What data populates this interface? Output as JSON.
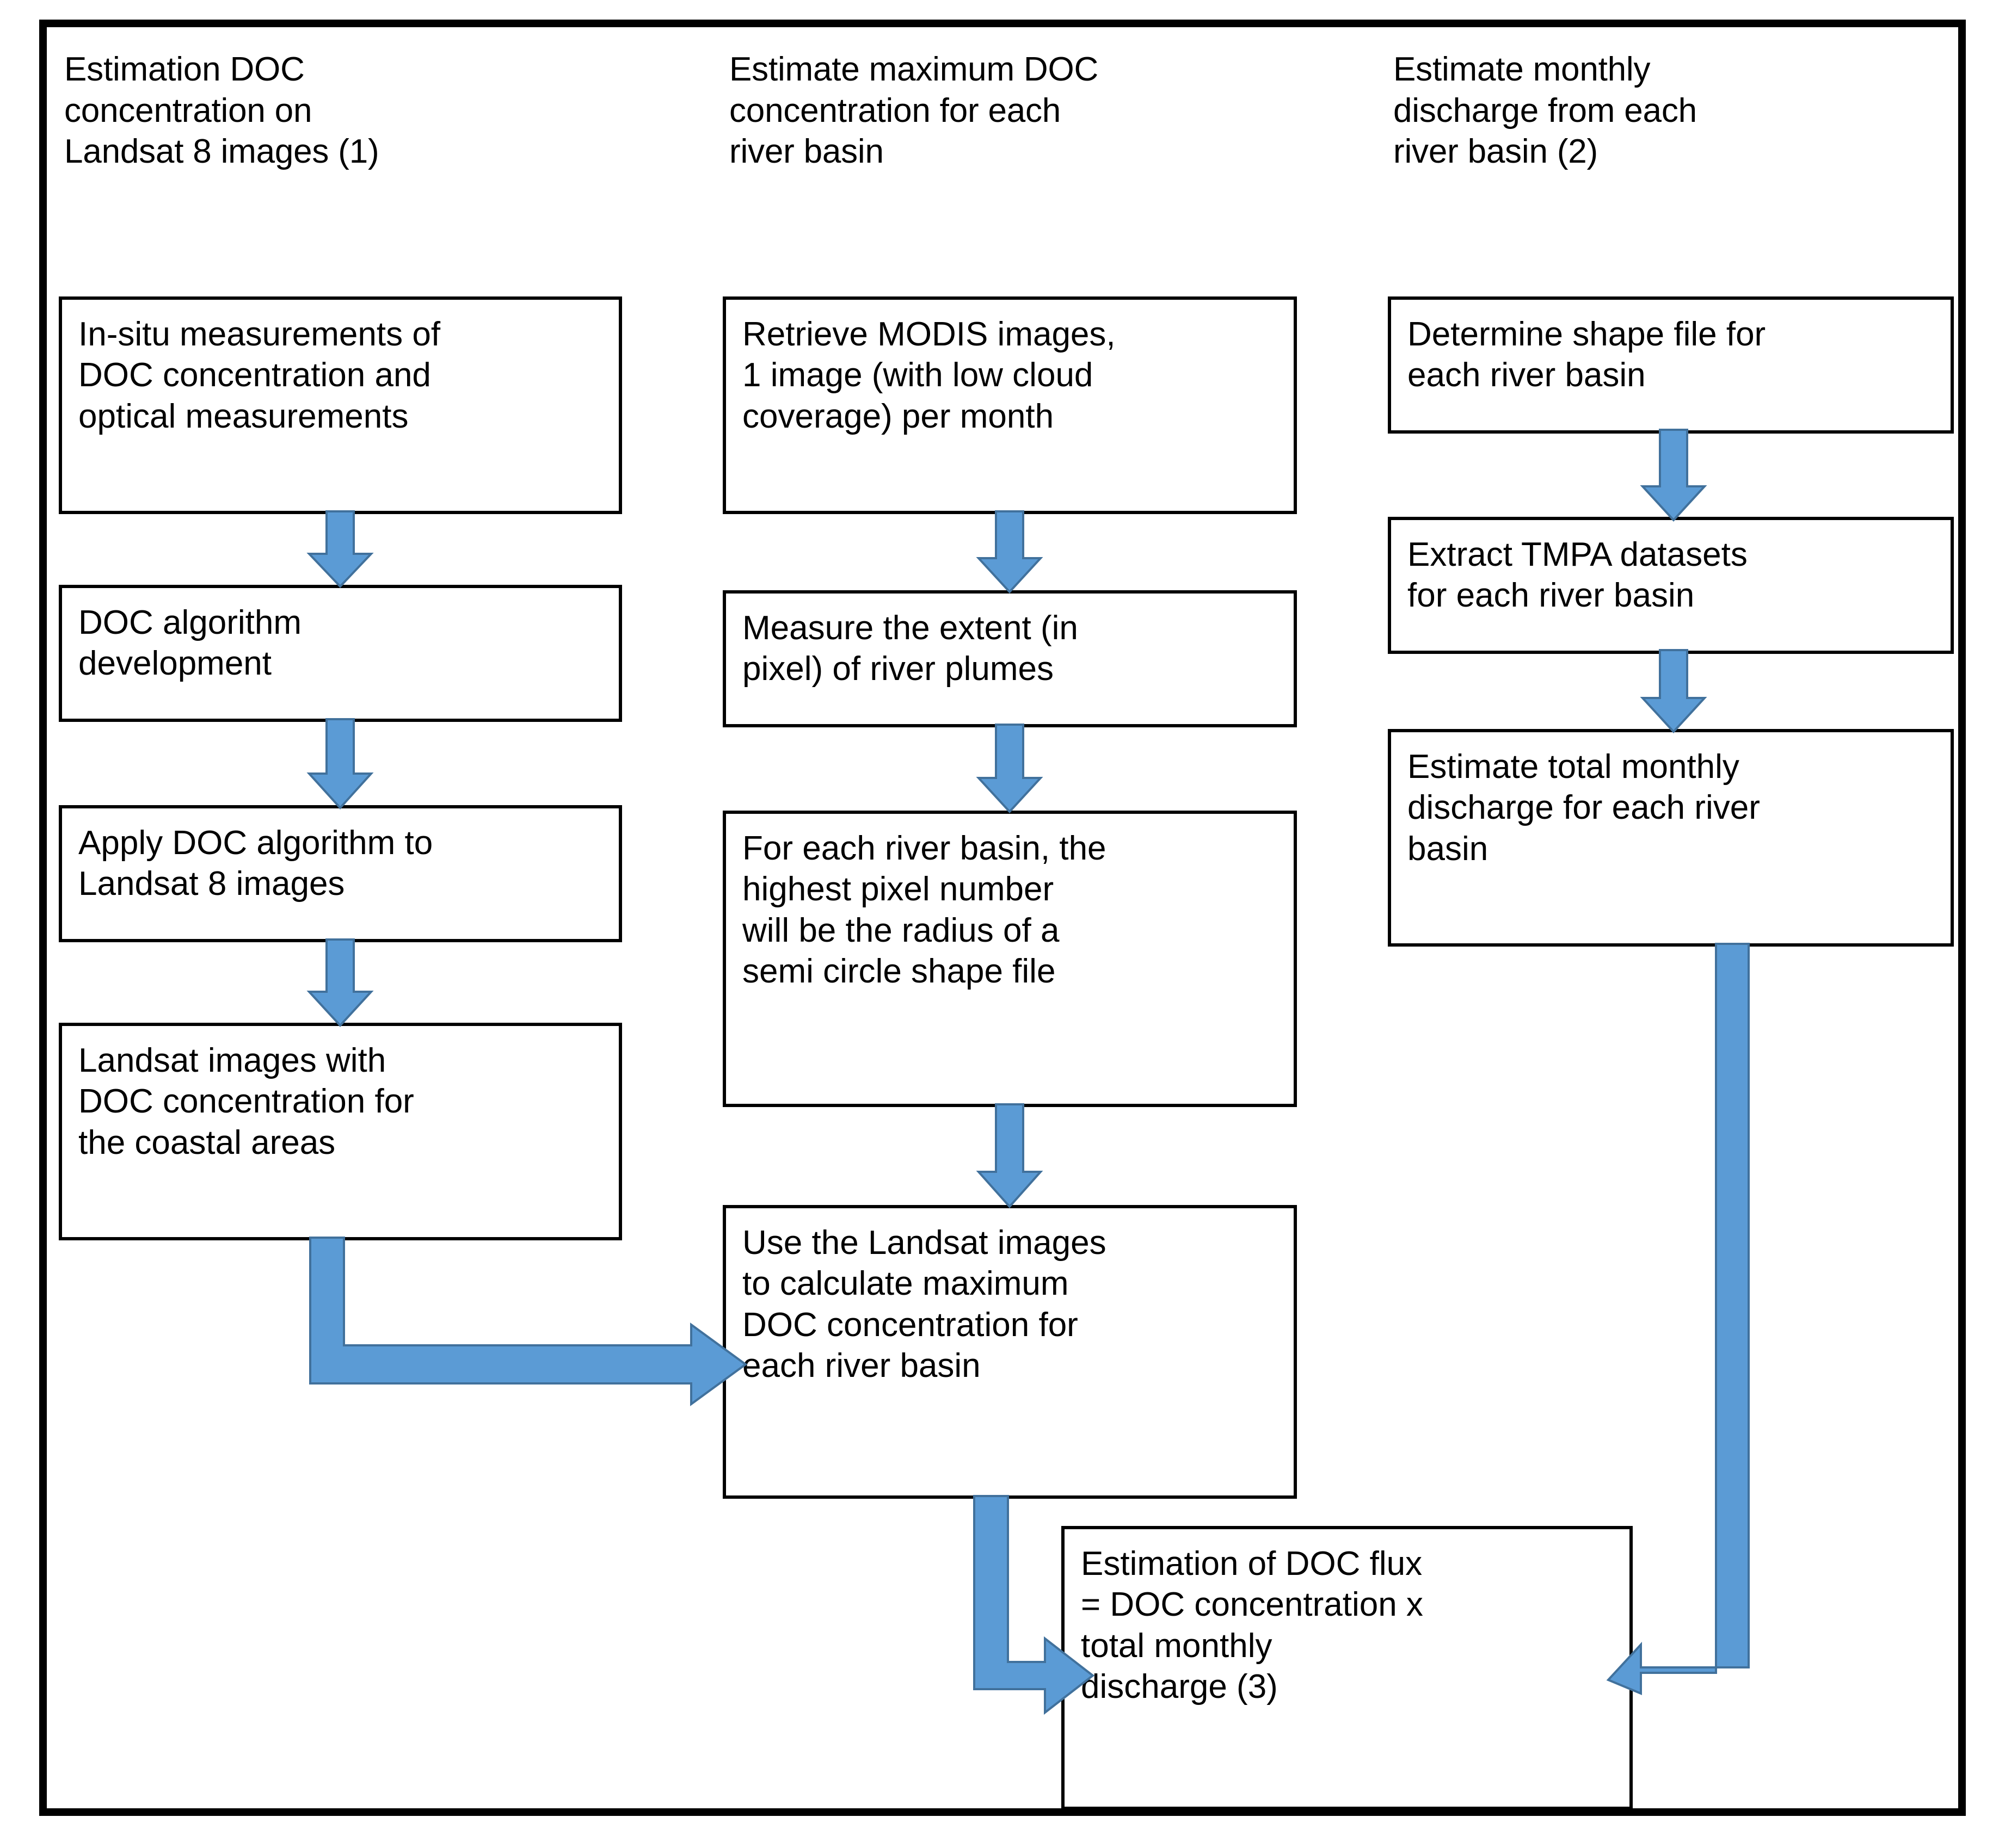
{
  "diagram": {
    "title_present": false,
    "accent_color": "#5B9BD5",
    "accent_stroke_color": "#41719C",
    "border_color": "#000000",
    "background_color": "#FFFFFF",
    "columns": [
      {
        "id": "col1",
        "header": "Estimation DOC\nconcentration on\nLandsat 8 images (1)",
        "nodes": [
          {
            "id": "c1n1",
            "text": "In-situ measurements of\nDOC concentration and\noptical measurements"
          },
          {
            "id": "c1n2",
            "text": "DOC algorithm\ndevelopment"
          },
          {
            "id": "c1n3",
            "text": "Apply DOC algorithm to\nLandsat 8 images"
          },
          {
            "id": "c1n4",
            "text": "Landsat images with\nDOC concentration for\nthe coastal areas"
          }
        ]
      },
      {
        "id": "col2",
        "header": "Estimate maximum DOC\nconcentration for each\nriver basin",
        "nodes": [
          {
            "id": "c2n1",
            "text": "Retrieve MODIS images,\n1 image (with low cloud\ncoverage) per month"
          },
          {
            "id": "c2n2",
            "text": "Measure the extent (in\npixel) of river plumes"
          },
          {
            "id": "c2n3",
            "text": "For each river basin, the\nhighest pixel number\nwill be the radius of a\nsemi circle shape file"
          },
          {
            "id": "c2n4",
            "text": "Use the Landsat images\nto calculate maximum\nDOC concentration for\neach river basin"
          }
        ]
      },
      {
        "id": "col3",
        "header": "Estimate monthly\ndischarge from each\nriver basin (2)",
        "nodes": [
          {
            "id": "c3n1",
            "text": "Determine shape file for\neach river basin"
          },
          {
            "id": "c3n2",
            "text": "Extract TMPA datasets\nfor each river basin"
          },
          {
            "id": "c3n3",
            "text": "Estimate total monthly\ndischarge for each river\nbasin"
          }
        ]
      }
    ],
    "result_node": {
      "id": "result",
      "text": "Estimation of DOC flux\n= DOC concentration x\ntotal monthly\ndischarge (3)"
    },
    "connectors": [
      {
        "id": "a1",
        "from": "c1n1",
        "to": "c1n2",
        "direction": "down"
      },
      {
        "id": "a2",
        "from": "c1n2",
        "to": "c1n3",
        "direction": "down"
      },
      {
        "id": "a3",
        "from": "c1n3",
        "to": "c1n4",
        "direction": "down"
      },
      {
        "id": "a4",
        "from": "c1n4",
        "to": "c2n4",
        "direction": "down-then-right"
      },
      {
        "id": "a5",
        "from": "c2n1",
        "to": "c2n2",
        "direction": "down"
      },
      {
        "id": "a6",
        "from": "c2n2",
        "to": "c2n3",
        "direction": "down"
      },
      {
        "id": "a7",
        "from": "c2n3",
        "to": "c2n4",
        "direction": "down"
      },
      {
        "id": "a8",
        "from": "c2n4",
        "to": "result",
        "direction": "down-then-right"
      },
      {
        "id": "a9",
        "from": "c3n1",
        "to": "c3n2",
        "direction": "down"
      },
      {
        "id": "a10",
        "from": "c3n2",
        "to": "c3n3",
        "direction": "down"
      },
      {
        "id": "a11",
        "from": "c3n3",
        "to": "result",
        "direction": "down-then-left"
      }
    ]
  }
}
